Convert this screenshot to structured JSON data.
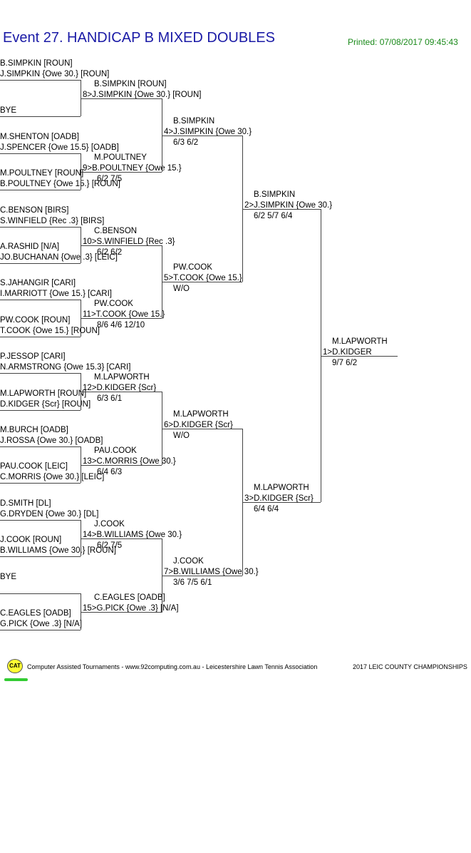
{
  "header": {
    "title": "Event 27. HANDICAP B MIXED DOUBLES",
    "printed": "Printed: 07/08/2017 09:45:43"
  },
  "round1": [
    {
      "p1": "B.SIMPKIN [ROUN]",
      "p2": "J.SIMPKIN {Owe 30.} [ROUN]"
    },
    {
      "p1": "",
      "p2": "BYE"
    },
    {
      "p1": "M.SHENTON [OADB]",
      "p2": "J.SPENCER {Owe 15.5} [OADB]"
    },
    {
      "p1": "M.POULTNEY [ROUN]",
      "p2": "B.POULTNEY {Owe 15.} [ROUN]"
    },
    {
      "p1": "C.BENSON [BIRS]",
      "p2": "S.WINFIELD {Rec .3} [BIRS]"
    },
    {
      "p1": "A.RASHID [N/A]",
      "p2": "JO.BUCHANAN {Owe .3} [LEIC]"
    },
    {
      "p1": "S.JAHANGIR [CARI]",
      "p2": "I.MARRIOTT {Owe 15.} [CARI]"
    },
    {
      "p1": "PW.COOK [ROUN]",
      "p2": "T.COOK {Owe 15.} [ROUN]"
    },
    {
      "p1": "P.JESSOP [CARI]",
      "p2": "N.ARMSTRONG {Owe 15.3} [CARI]"
    },
    {
      "p1": "M.LAPWORTH [ROUN]",
      "p2": "D.KIDGER {Scr} [ROUN]"
    },
    {
      "p1": "M.BURCH [OADB]",
      "p2": "J.ROSSA {Owe 30.} [OADB]"
    },
    {
      "p1": "PAU.COOK [LEIC]",
      "p2": "C.MORRIS {Owe 30.} [LEIC]"
    },
    {
      "p1": "D.SMITH [DL]",
      "p2": "G.DRYDEN {Owe 30.} [DL]"
    },
    {
      "p1": "J.COOK [ROUN]",
      "p2": "B.WILLIAMS {Owe 30.} [ROUN]"
    },
    {
      "p1": "BYE",
      "p2": ""
    },
    {
      "p1": "C.EAGLES [OADB]",
      "p2": "G.PICK {Owe .3} [N/A]"
    }
  ],
  "round2": [
    {
      "l1": "B.SIMPKIN [ROUN]",
      "l2": "8>J.SIMPKIN {Owe 30.} [ROUN]",
      "score": ""
    },
    {
      "l1": "M.POULTNEY",
      "l2": "9>B.POULTNEY {Owe 15.}",
      "score": "6/2 7/5"
    },
    {
      "l1": "C.BENSON",
      "l2": "10>S.WINFIELD {Rec .3}",
      "score": "6/2 6/2"
    },
    {
      "l1": "PW.COOK",
      "l2": "11>T.COOK {Owe 15.}",
      "score": "8/6 4/6 12/10"
    },
    {
      "l1": "M.LAPWORTH",
      "l2": "12>D.KIDGER {Scr}",
      "score": "6/3 6/1"
    },
    {
      "l1": "PAU.COOK",
      "l2": "13>C.MORRIS {Owe 30.}",
      "score": "6/4 6/3"
    },
    {
      "l1": "J.COOK",
      "l2": "14>B.WILLIAMS {Owe 30.}",
      "score": "6/2 7/5"
    },
    {
      "l1": "C.EAGLES [OADB]",
      "l2": "15>G.PICK {Owe .3} [N/A]",
      "score": ""
    }
  ],
  "round3": [
    {
      "l1": "B.SIMPKIN",
      "l2": "4>J.SIMPKIN {Owe 30.}",
      "score": "6/3 6/2"
    },
    {
      "l1": "PW.COOK",
      "l2": "5>T.COOK {Owe 15.}",
      "score": "W/O"
    },
    {
      "l1": "M.LAPWORTH",
      "l2": "6>D.KIDGER {Scr}",
      "score": "W/O"
    },
    {
      "l1": "J.COOK",
      "l2": "7>B.WILLIAMS {Owe 30.}",
      "score": "3/6 7/5 6/1"
    }
  ],
  "round4": [
    {
      "l1": "B.SIMPKIN",
      "l2": "2>J.SIMPKIN {Owe 30.}",
      "score": "6/2 5/7 6/4"
    },
    {
      "l1": "M.LAPWORTH",
      "l2": "3>D.KIDGER {Scr}",
      "score": "6/4 6/4"
    }
  ],
  "final": {
    "l1": "M.LAPWORTH",
    "l2": "1>D.KIDGER",
    "score": "9/7 6/2"
  },
  "footer": {
    "logo_text": "CAT",
    "left": "Computer Assisted Tournaments - www.92computing.com.au -  Leicestershire Lawn Tennis Association",
    "right": "2017 LEIC COUNTY CHAMPIONSHIPS"
  },
  "colors": {
    "title": "#1a1aa6",
    "printed": "#1a8a1a",
    "logo": "#ffff33",
    "logo_underline": "#33cc33"
  }
}
